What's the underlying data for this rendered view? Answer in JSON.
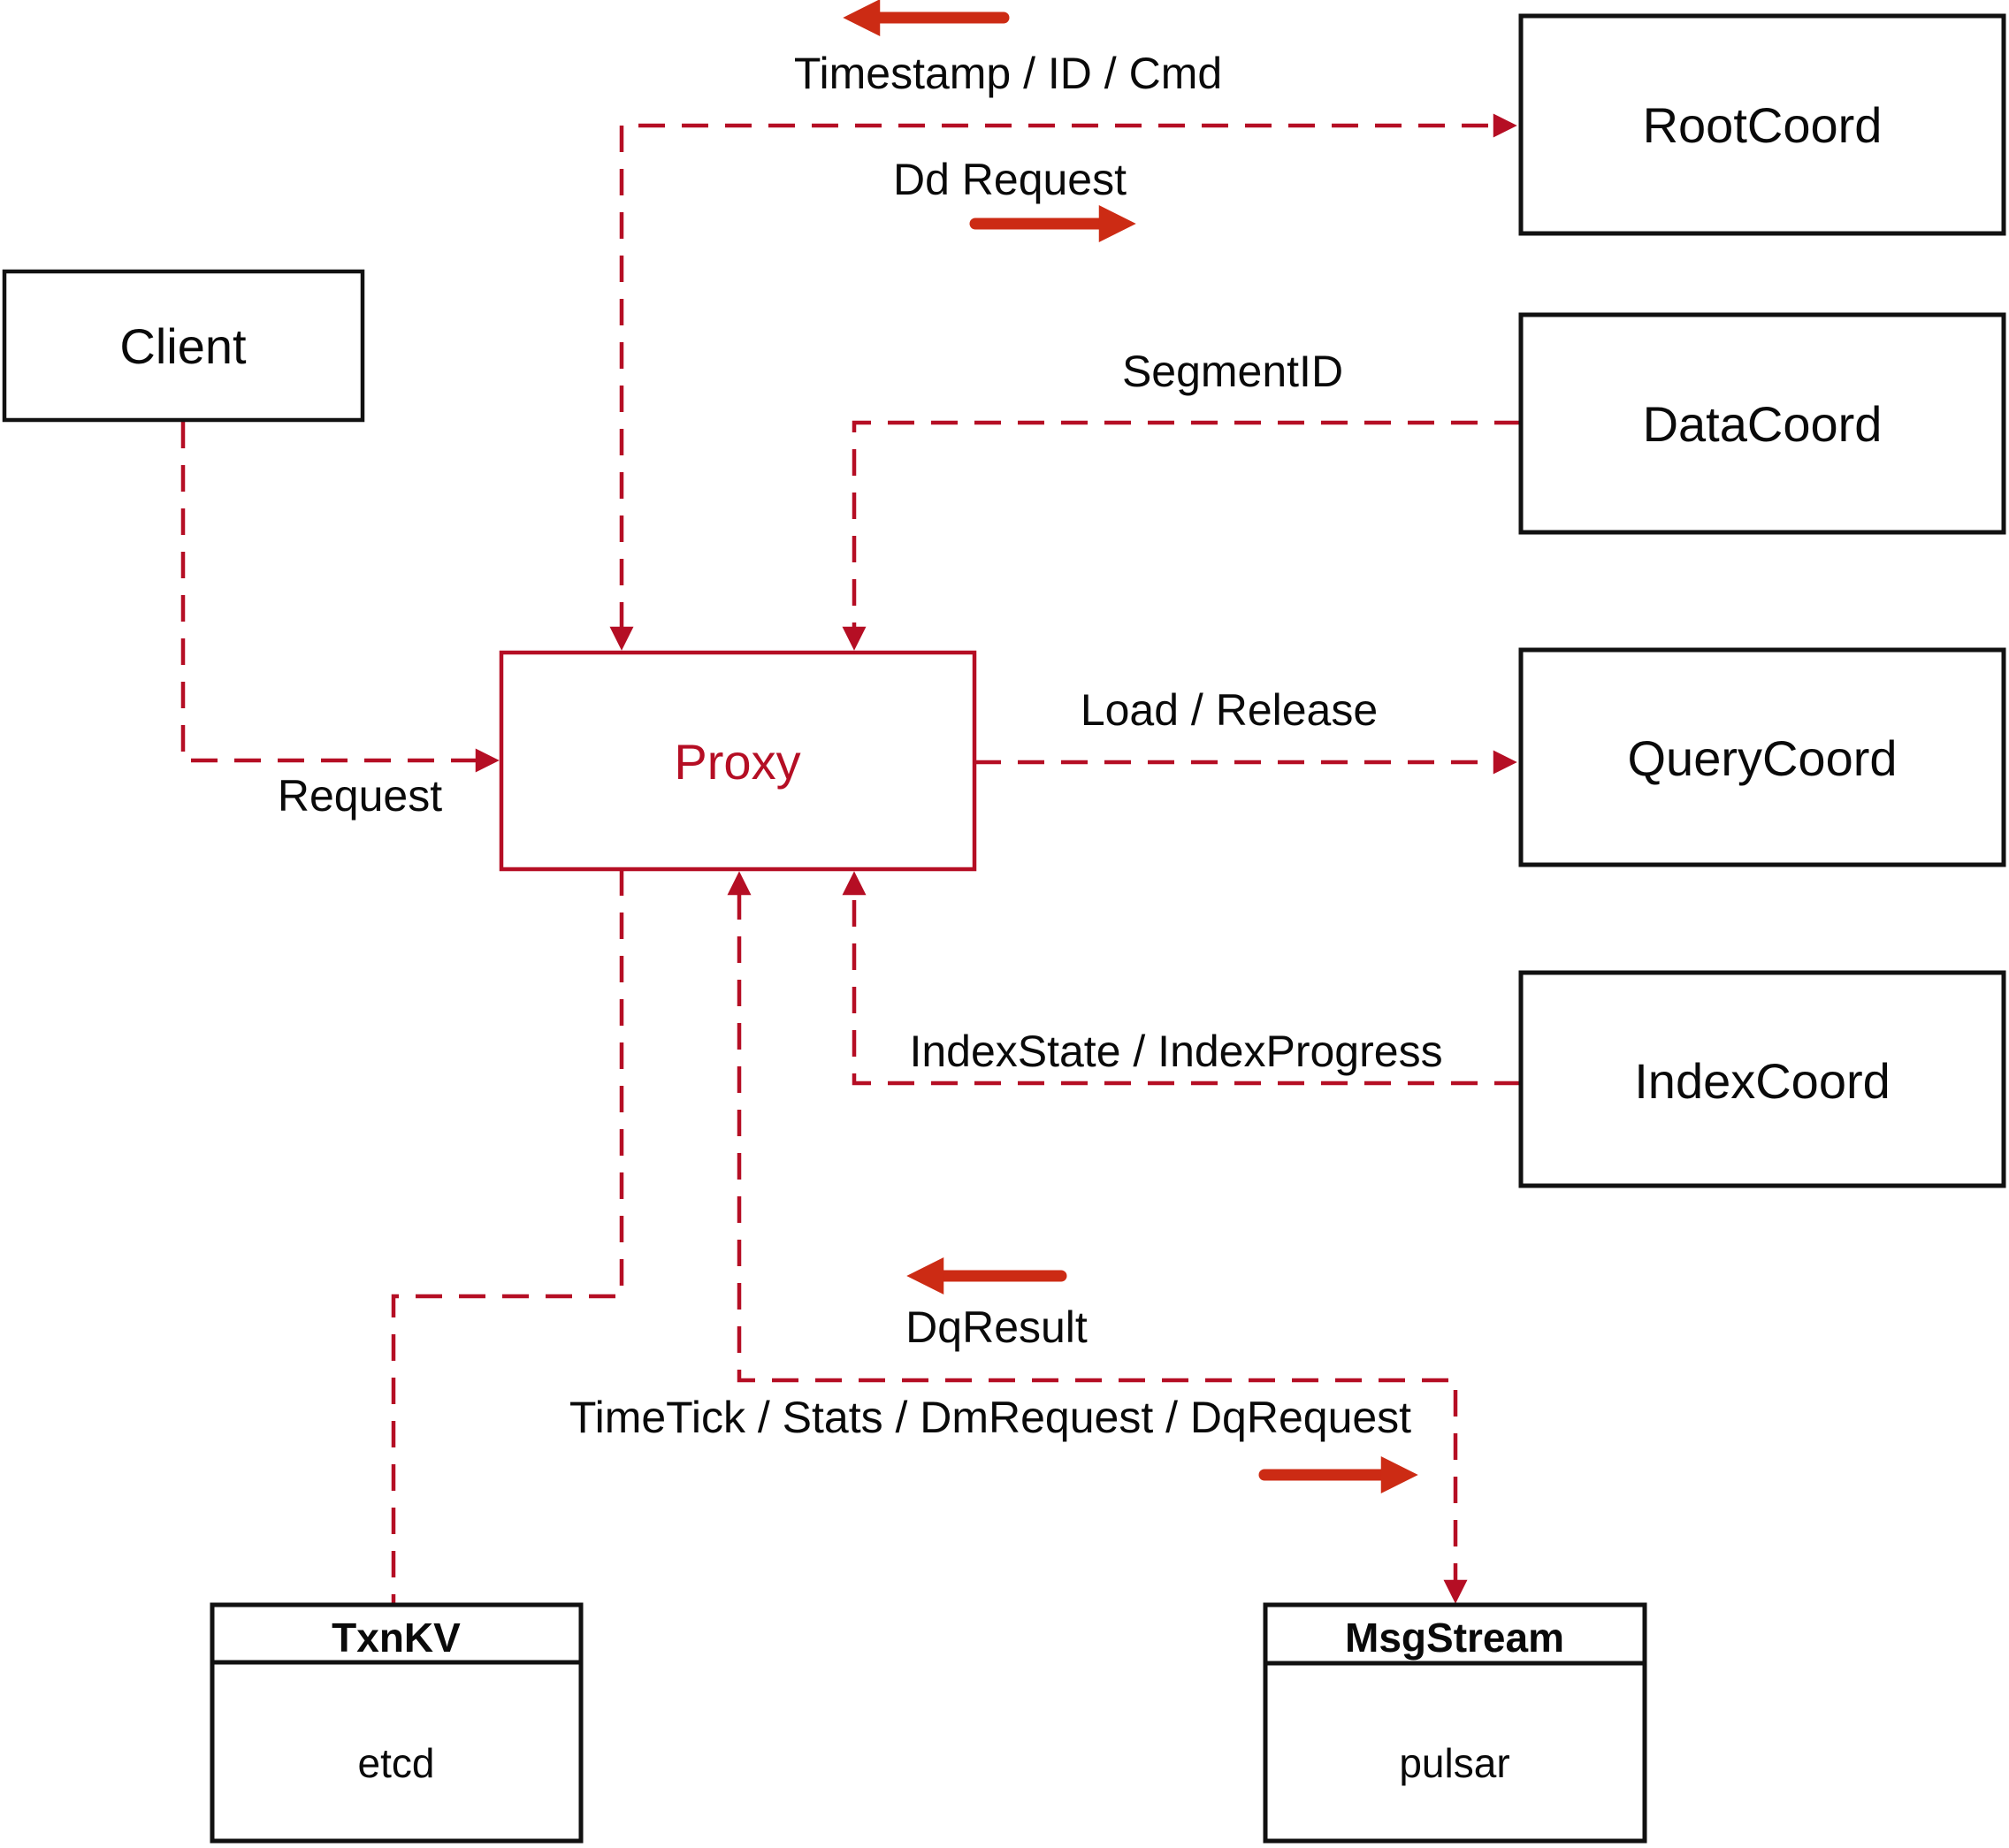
{
  "diagram": {
    "nodes": {
      "client": {
        "label": "Client"
      },
      "proxy": {
        "label": "Proxy"
      },
      "root_coord": {
        "label": "RootCoord"
      },
      "data_coord": {
        "label": "DataCoord"
      },
      "query_coord": {
        "label": "QueryCoord"
      },
      "index_coord": {
        "label": "IndexCoord"
      },
      "txn_kv": {
        "title": "TxnKV",
        "subtitle": "etcd"
      },
      "msg_stream": {
        "title": "MsgStream",
        "subtitle": "pulsar"
      }
    },
    "edge_labels": {
      "timestamp_id_cmd": "Timestamp / ID / Cmd",
      "dd_request": "Dd Request",
      "segment_id": "SegmentID",
      "load_release": "Load / Release",
      "index_state_progress": "IndexState / IndexProgress",
      "request": "Request",
      "dq_result": "DqResult",
      "timetick_stats": "TimeTick / Stats / DmRequest / DqRequest"
    },
    "colors": {
      "dashed_line": "#b50e24",
      "solid_arrow": "#cc2b14",
      "box_border": "#111111",
      "label_text": "#0a0a0a",
      "background": "#ffffff"
    }
  }
}
